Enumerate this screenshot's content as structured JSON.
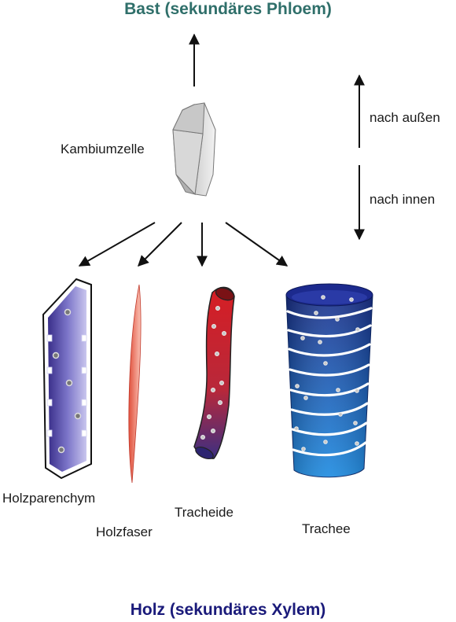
{
  "titles": {
    "top": "Bast (sekundäres Phloem)",
    "bottom": "Holz (sekundäres Xylem)"
  },
  "labels": {
    "kambium": "Kambiumzelle",
    "outward": "nach außen",
    "inward": "nach innen",
    "holzparenchym": "Holzparenchym",
    "holzfaser": "Holzfaser",
    "tracheide": "Tracheide",
    "trachee": "Trachee"
  },
  "colors": {
    "top_title": "#2f6f6a",
    "bottom_title": "#1a1a7a",
    "parenchym": "#6a63b8",
    "faser": "#f08070",
    "tracheide": "#d2232a",
    "trachee": "#1b5fb8"
  }
}
